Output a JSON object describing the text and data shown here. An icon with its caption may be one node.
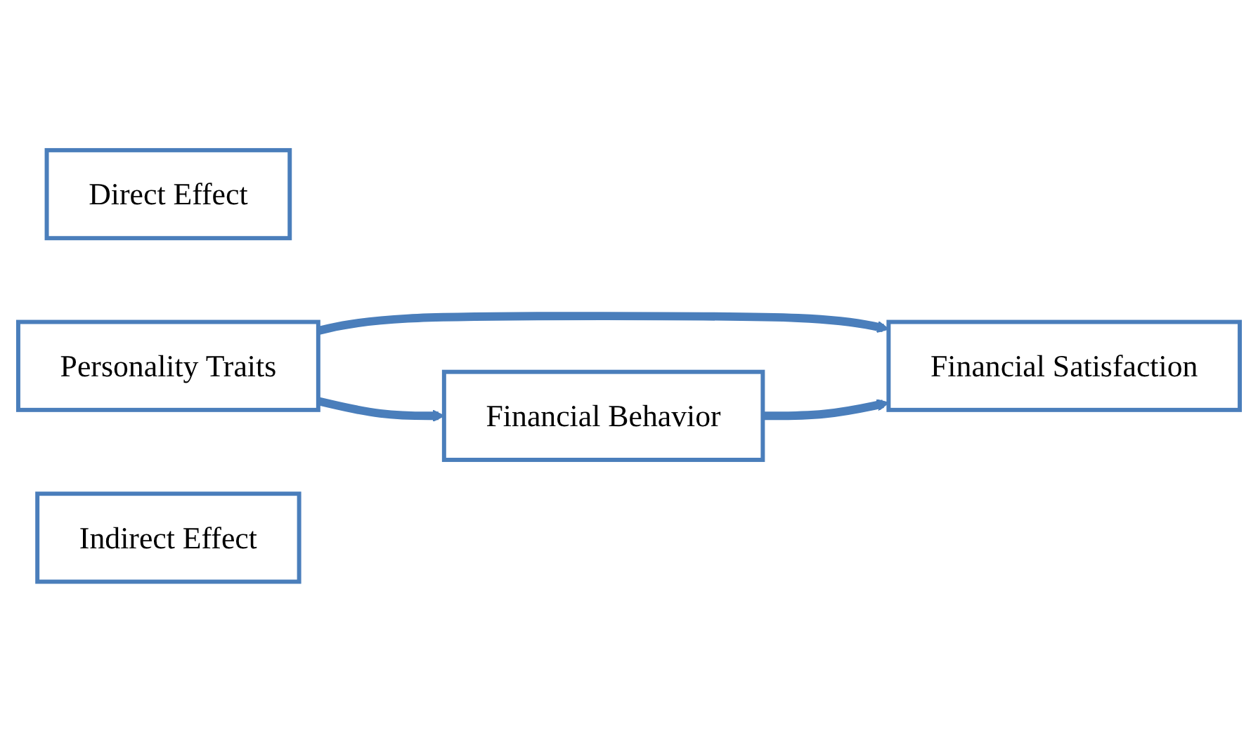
{
  "diagram": {
    "nodes": [
      {
        "text": [
          "Direct Effect"
        ]
      },
      {
        "text": [
          "Personality Traits"
        ]
      },
      {
        "text": [
          "Financial Behavior"
        ]
      },
      {
        "text": [
          "Financial Satisfaction"
        ]
      },
      {
        "text": [
          "Indirect Effect"
        ]
      }
    ],
    "edges": [
      {
        "from": 1,
        "to": 3,
        "arrow": "to"
      },
      {
        "from": 1,
        "to": 2,
        "arrow": "to"
      },
      {
        "from": 2,
        "to": 3,
        "arrow": "to"
      }
    ]
  }
}
